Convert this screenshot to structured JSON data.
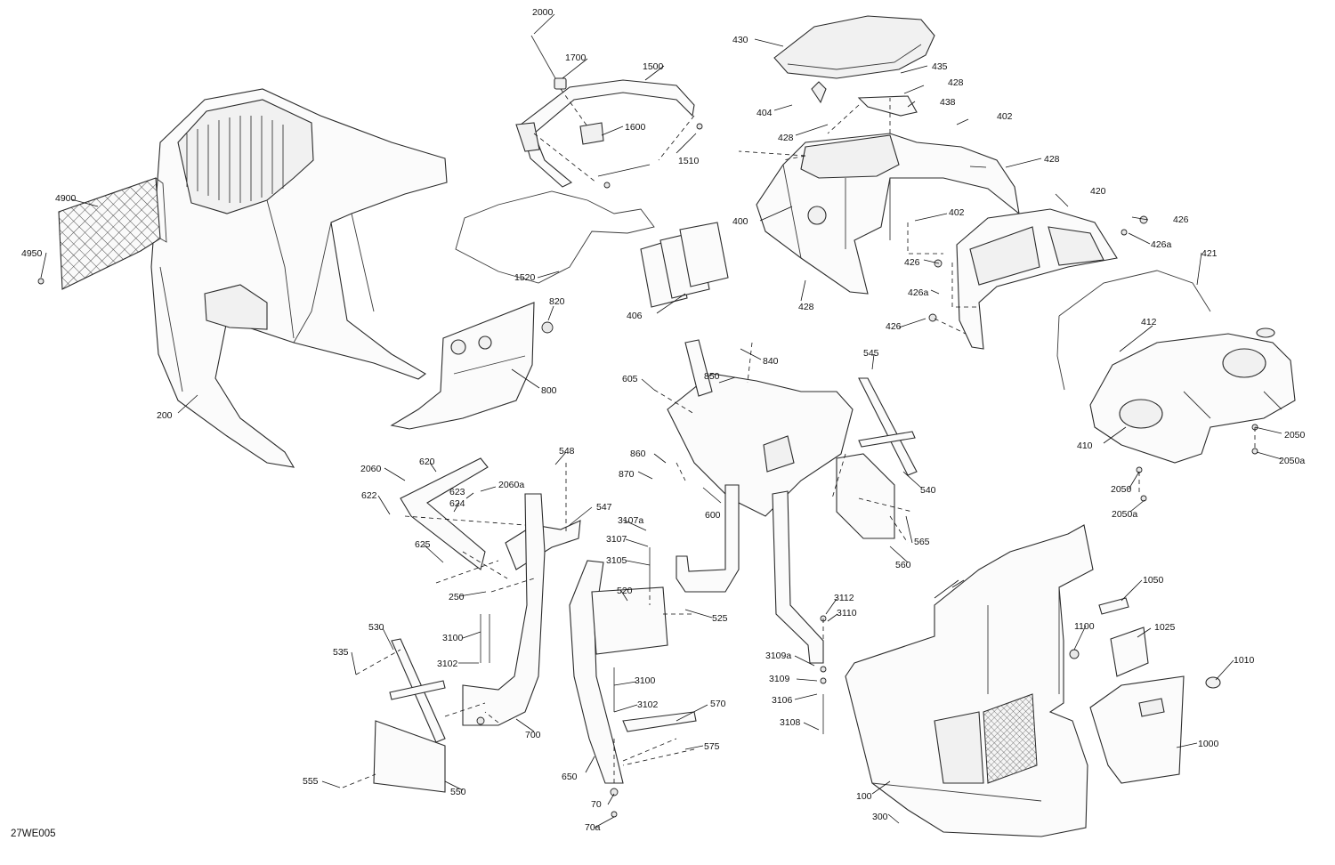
{
  "drawing_id": "27WE005",
  "callouts": [
    "2000",
    "1700",
    "1500",
    "1600",
    "1510",
    "1520",
    "430",
    "435",
    "428",
    "438",
    "404",
    "402",
    "428",
    "428",
    "420",
    "426",
    "426a",
    "421",
    "400",
    "402",
    "426",
    "426a",
    "426",
    "428",
    "4900",
    "4950",
    "200",
    "820",
    "800",
    "406",
    "412",
    "410",
    "2050",
    "2050a",
    "2050",
    "2050a",
    "840",
    "850",
    "605",
    "545",
    "860",
    "870",
    "600",
    "540",
    "560",
    "565",
    "548",
    "2060",
    "620",
    "623",
    "2060a",
    "622",
    "624",
    "547",
    "625",
    "3107a",
    "3107",
    "3105",
    "250",
    "520",
    "525",
    "530",
    "535",
    "3100",
    "3102",
    "3100",
    "3102",
    "570",
    "575",
    "700",
    "650",
    "70",
    "70a",
    "555",
    "550",
    "3112",
    "3110",
    "3109a",
    "3109",
    "3106",
    "3108",
    "1050",
    "1100",
    "1025",
    "1010",
    "1000",
    "100",
    "300"
  ]
}
